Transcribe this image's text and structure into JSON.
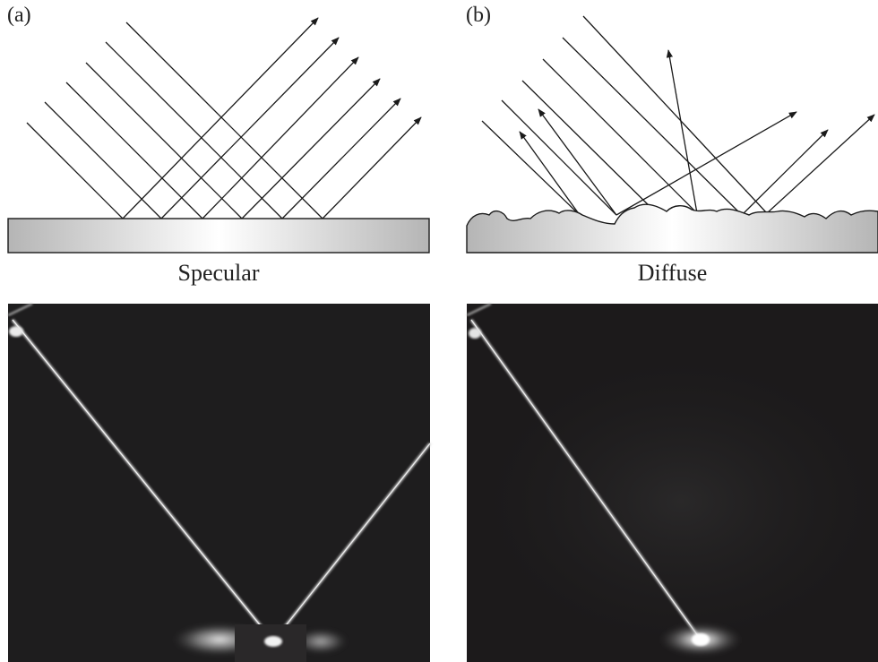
{
  "panels": [
    {
      "label": "(a)",
      "caption": "Specular"
    },
    {
      "label": "(b)",
      "caption": "Diffuse"
    }
  ],
  "colors": {
    "ink": "#1a1a1a",
    "surface_light": "#ffffff",
    "surface_dark": "#b8b8b8",
    "photo_background": "#1c1a1b",
    "beam": "#e8e8e8"
  }
}
